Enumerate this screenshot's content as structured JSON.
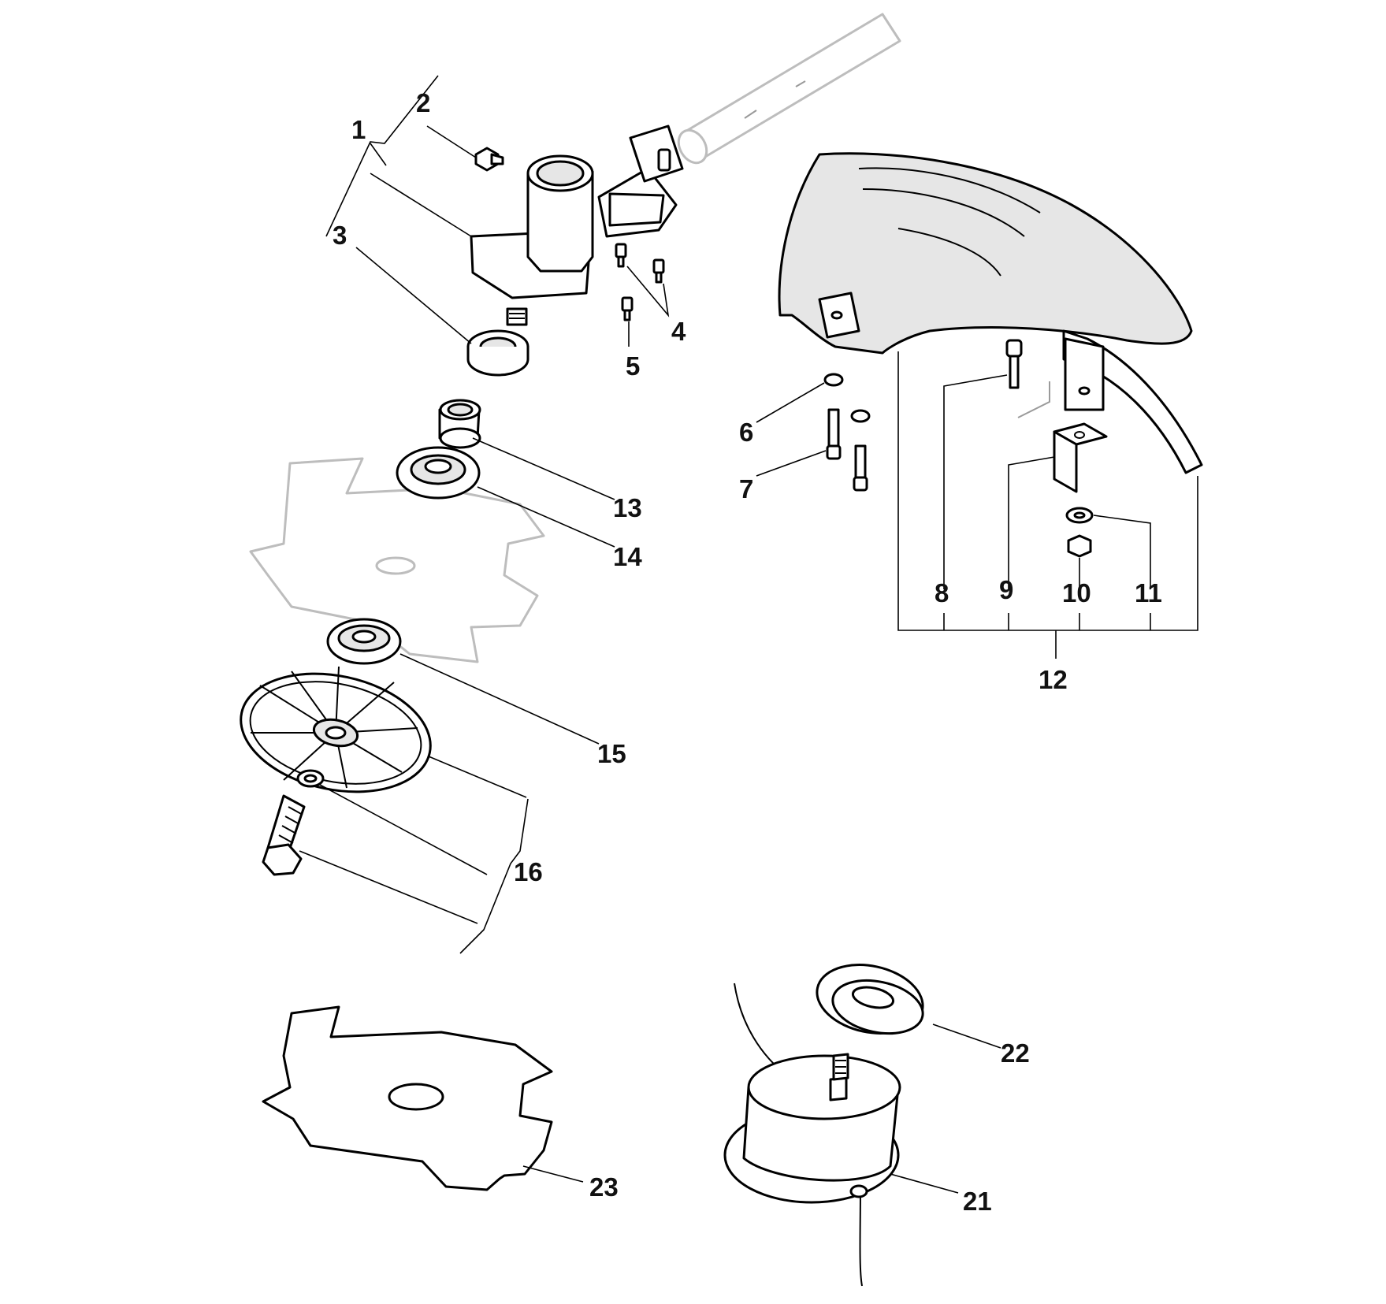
{
  "labels": {
    "l1": "1",
    "l2": "2",
    "l3": "3",
    "l4": "4",
    "l5": "5",
    "l6": "6",
    "l7": "7",
    "l8": "8",
    "l9": "9",
    "l10": "10",
    "l11": "11",
    "l12": "12",
    "l13": "13",
    "l14": "14",
    "l15": "15",
    "l16": "16",
    "l21": "21",
    "l22": "22",
    "l23": "23"
  }
}
